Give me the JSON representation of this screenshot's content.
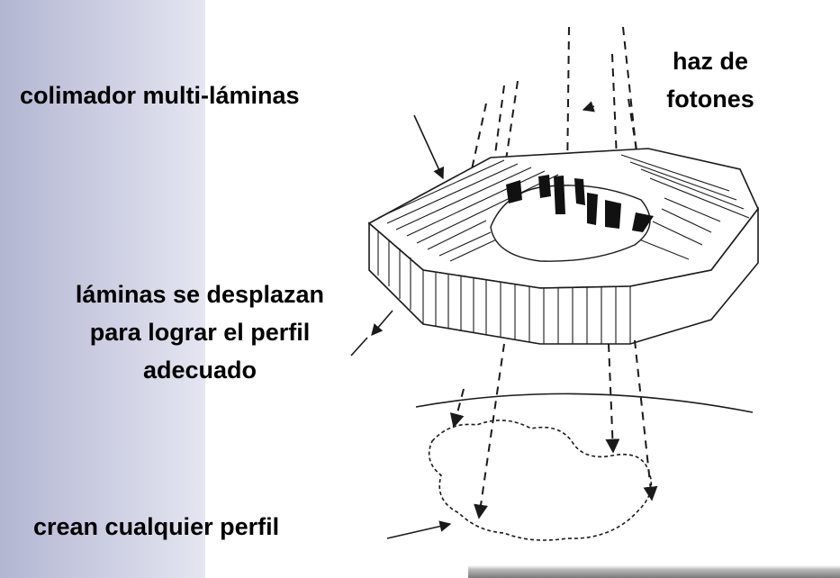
{
  "labels": {
    "collimator": "colimador multi-láminas",
    "photon_beam_line1": "haz de",
    "photon_beam_line2": "fotones",
    "leaves_line1": "láminas se desplazan",
    "leaves_line2": "para lograr el perfil",
    "leaves_line3": "adecuado",
    "shape": "crean cualquier perfil"
  },
  "colors": {
    "text": "#000000",
    "line": "#1a1a1a",
    "slide_gradient_left": "#b3b6d2",
    "background": "#ffffff"
  }
}
